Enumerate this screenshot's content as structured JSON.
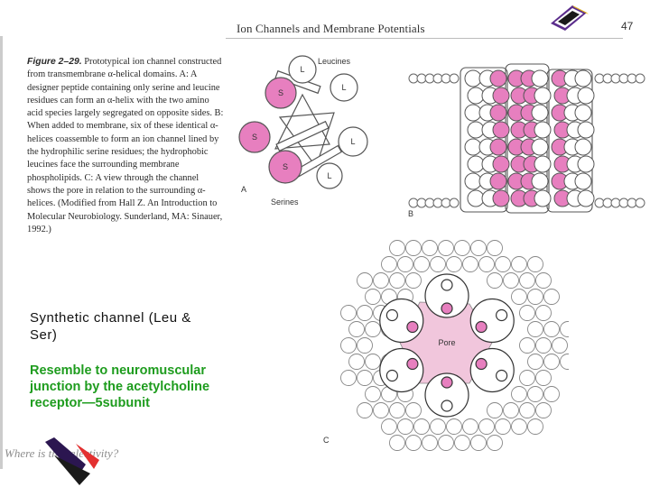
{
  "page_number": "47",
  "header": "Ion Channels and Membrane Potentials",
  "caption": {
    "figure_label": "Figure 2–29.",
    "text": "Prototypical ion channel constructed from transmembrane α-helical domains. A: A designer peptide containing only serine and leucine residues can form an α-helix with the two amino acid species largely segregated on opposite sides. B: When added to membrane, six of these identical α-helices coassemble to form an ion channel lined by the hydrophilic serine residues; the hydrophobic leucines face the surrounding membrane phospholipids. C: A view through the channel shows the pore in relation to the surrounding α-helices. (Modified from Hall Z. An Introduction to Molecular Neurobiology. Sunderland, MA: Sinauer, 1992.)"
  },
  "figure": {
    "panel_a_label": "A",
    "panel_b_label": "B",
    "panel_c_label": "C",
    "leucines_label": "Leucines",
    "serines_label": "Serines",
    "pore_label": "Pore",
    "residue_s": "S",
    "residue_l": "L"
  },
  "notes": {
    "line1": "Synthetic channel (Leu & Ser)",
    "line2": "Resemble to neuromuscular junction by the acetylcholine receptor—5subunit"
  },
  "handwriting": "Where is the selectivity?",
  "colors": {
    "serine_pink": "#e77fbf",
    "note_green": "#1e9c1e",
    "logo_purple": "#5b2d8c"
  }
}
